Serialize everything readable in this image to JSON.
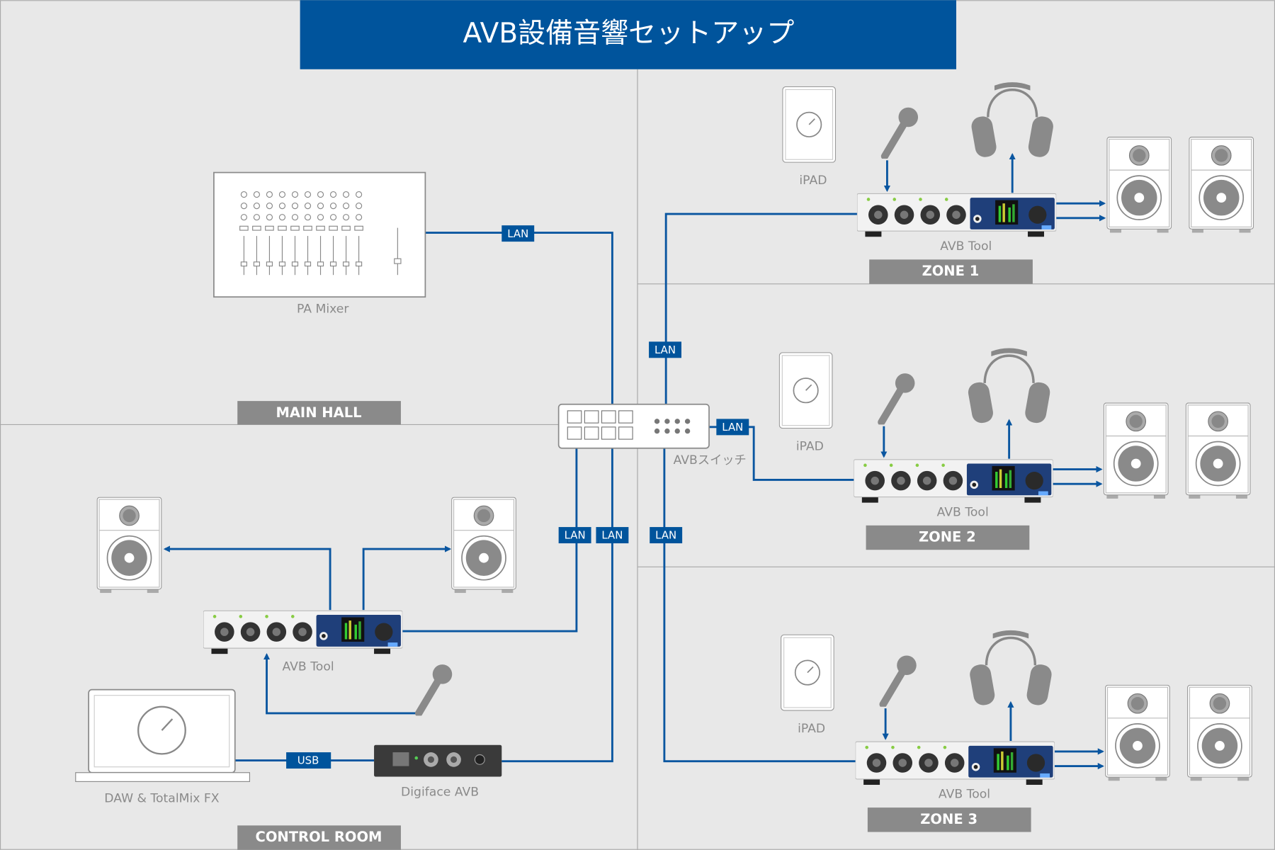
{
  "title": "AVB設備音響セットアップ",
  "colors": {
    "brand": "#00549c",
    "wire": "#0a56a0",
    "zone_label": "#8a8a8a",
    "background": "#e8e8e8"
  },
  "main_hall": {
    "zone_label": "MAIN HALL",
    "mixer_label": "PA Mixer",
    "link_label": "LAN"
  },
  "switch": {
    "label": "AVBスイッチ"
  },
  "control_room": {
    "zone_label": "CONTROL ROOM",
    "avb_tool_label": "AVB Tool",
    "daw_label": "DAW & TotalMix FX",
    "digiface_label": "Digiface AVB",
    "usb_label": "USB",
    "lan_avb_tool": "LAN",
    "lan_digiface": "LAN"
  },
  "zones": [
    {
      "zone_label": "ZONE 1",
      "ipad_label": "iPAD",
      "avb_tool_label": "AVB Tool",
      "lan_label": "LAN"
    },
    {
      "zone_label": "ZONE 2",
      "ipad_label": "iPAD",
      "avb_tool_label": "AVB Tool",
      "lan_label": "LAN"
    },
    {
      "zone_label": "ZONE 3",
      "ipad_label": "iPAD",
      "avb_tool_label": "AVB Tool",
      "lan_label": "LAN"
    }
  ]
}
